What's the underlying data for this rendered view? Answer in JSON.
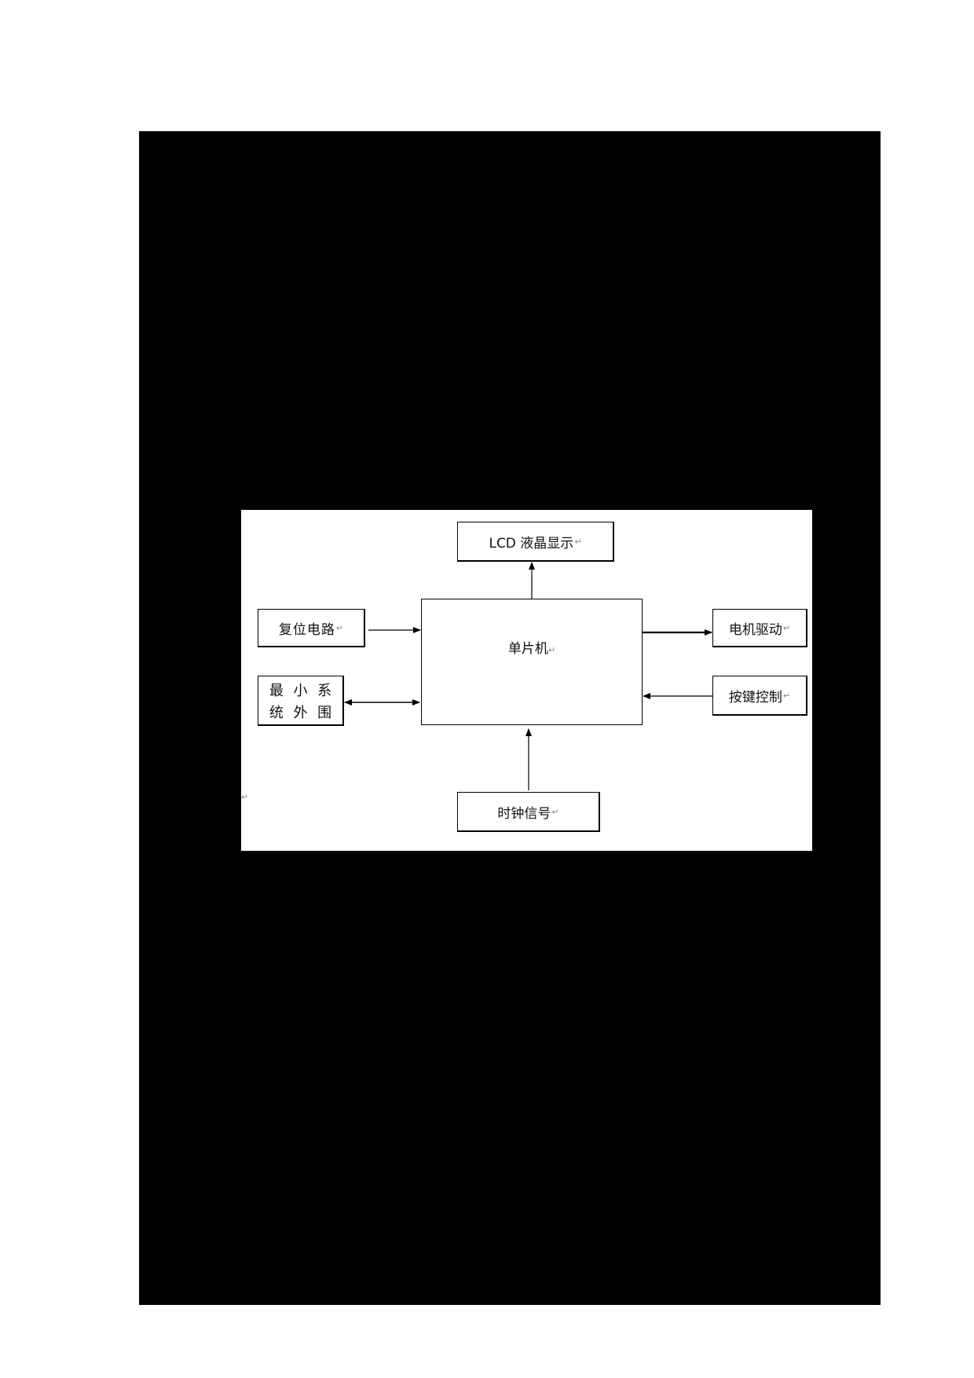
{
  "diagram": {
    "title": "",
    "center_node": {
      "id": "mcu",
      "label": "单片机"
    },
    "nodes": [
      {
        "id": "lcd",
        "label": "LCD 液晶显示",
        "position": "top"
      },
      {
        "id": "reset",
        "label": "复位电路",
        "position": "left-upper"
      },
      {
        "id": "minsys",
        "label": "最小系统外围",
        "label_chars": [
          "最",
          "小",
          "系",
          "统",
          "外",
          "围"
        ],
        "position": "left-lower"
      },
      {
        "id": "motor",
        "label": "电机驱动",
        "position": "right-upper"
      },
      {
        "id": "keys",
        "label": "按键控制",
        "position": "right-lower"
      },
      {
        "id": "clock",
        "label": "时钟信号",
        "position": "bottom"
      }
    ],
    "edges": [
      {
        "from": "mcu",
        "to": "lcd",
        "direction": "one-way"
      },
      {
        "from": "reset",
        "to": "mcu",
        "direction": "one-way"
      },
      {
        "from": "minsys",
        "to": "mcu",
        "direction": "two-way"
      },
      {
        "from": "mcu",
        "to": "motor",
        "direction": "one-way"
      },
      {
        "from": "keys",
        "to": "mcu",
        "direction": "one-way"
      },
      {
        "from": "clock",
        "to": "mcu",
        "direction": "one-way"
      }
    ],
    "paragraph_mark": "↵"
  },
  "colors": {
    "page_block": "#000000",
    "figure_background": "#ffffff",
    "line": "#000000",
    "text": "#111111",
    "paragraph_mark": "#888888"
  }
}
